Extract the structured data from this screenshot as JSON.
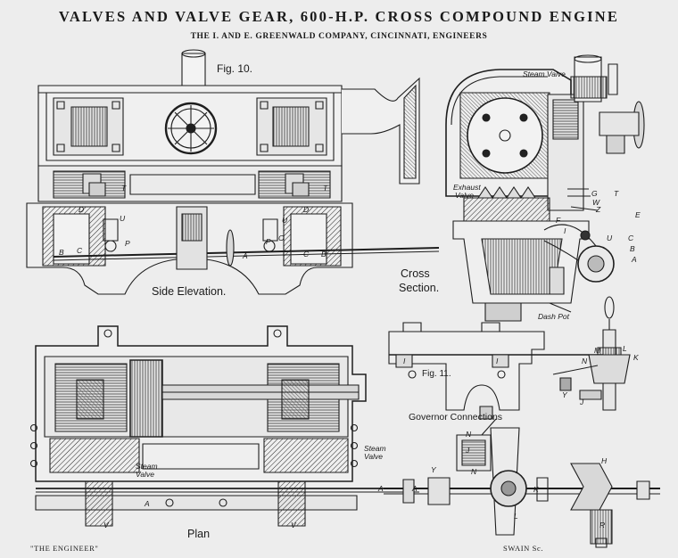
{
  "title": "VALVES AND VALVE GEAR, 600-H.P. CROSS COMPOUND ENGINE",
  "subtitle": "THE I. AND E. GREENWALD COMPANY, CINCINNATI, ENGINEERS",
  "figures": {
    "fig10": "Fig. 10.",
    "side_elevation": "Side Elevation.",
    "cross_section_line1": "Cross",
    "cross_section_line2": "Section.",
    "fig11": "Fig. 11.",
    "governor_connections": "Governor  Connections",
    "plan": "Plan"
  },
  "callouts": {
    "steam_valve_top": "Steam Valve",
    "exhaust_valve_line1": "Exhaust",
    "exhaust_valve_line2": "Valve",
    "dash_pot": "Dash Pot",
    "steam_valve_plan_left_1": "Steam",
    "steam_valve_plan_left_2": "Valve",
    "steam_valve_plan_right_1": "Steam",
    "steam_valve_plan_right_2": "Valve"
  },
  "letters": {
    "side": [
      "D",
      "U",
      "T",
      "D",
      "T",
      "U",
      "P",
      "P",
      "O",
      "A",
      "C",
      "C",
      "B",
      "B"
    ],
    "cross": [
      "G",
      "W",
      "Z",
      "E",
      "F",
      "I",
      "U",
      "C",
      "B",
      "A",
      "T"
    ],
    "gov": [
      "M",
      "L",
      "N",
      "K",
      "I",
      "I",
      "Y",
      "J"
    ],
    "bottom": [
      "N",
      "J",
      "Y",
      "N",
      "K",
      "L",
      "H",
      "R",
      "A",
      "A",
      "A",
      "V",
      "V"
    ]
  },
  "credits": {
    "left": "\"THE ENGINEER\"",
    "right": "SWAIN Sc."
  }
}
